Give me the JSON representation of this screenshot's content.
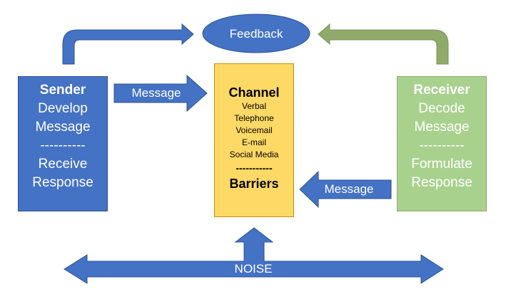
{
  "feedback": {
    "label": "Feedback"
  },
  "sender": {
    "title": "Sender",
    "lines": [
      "Develop",
      "Message",
      "----------",
      "Receive",
      "Response"
    ]
  },
  "receiver": {
    "title": "Receiver",
    "lines": [
      "Decode",
      "Message",
      "----------",
      "Formulate",
      "Response"
    ]
  },
  "channel": {
    "title": "Channel",
    "items": [
      "Verbal",
      "Telephone",
      "Voicemail",
      "E-mail",
      "Social Media"
    ],
    "divider": "-----------",
    "barriers": "Barriers"
  },
  "arrows": {
    "message_in": "Message",
    "message_out": "Message",
    "noise": "NOISE"
  },
  "colors": {
    "blue": "#4472c4",
    "green": "#a9d18e",
    "feedback_arrow_green": "#8faa6b",
    "yellow": "#ffd966"
  }
}
